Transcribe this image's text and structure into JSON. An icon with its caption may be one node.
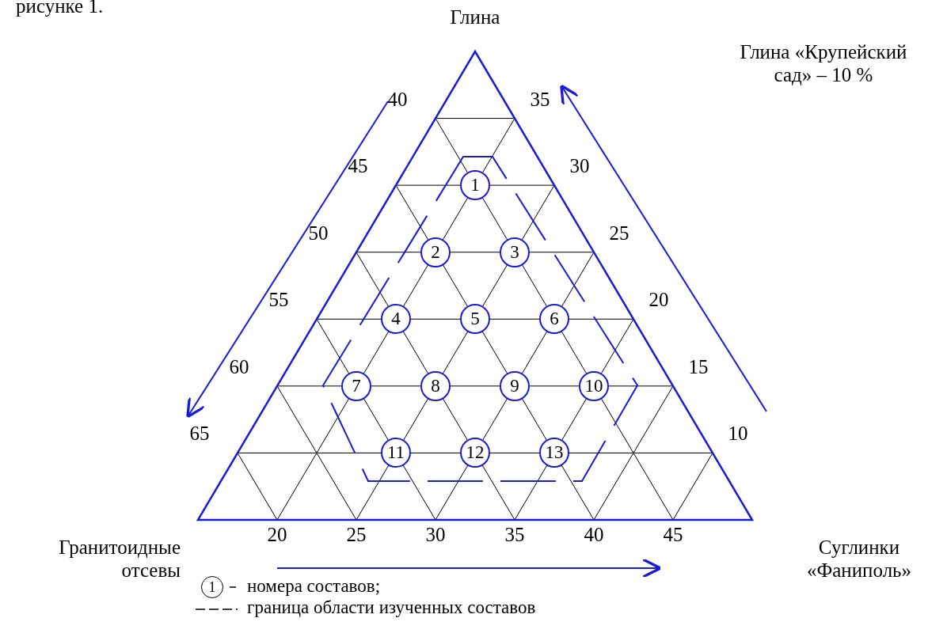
{
  "diagram": {
    "nodes": [
      {
        "text": [
          "1"
        ]
      },
      {
        "text": [
          "2"
        ]
      },
      {
        "text": [
          "3"
        ]
      },
      {
        "text": [
          "4"
        ]
      },
      {
        "text": [
          "5"
        ]
      },
      {
        "text": [
          "6"
        ]
      },
      {
        "text": [
          "7"
        ]
      },
      {
        "text": [
          "8"
        ]
      },
      {
        "text": [
          "9"
        ]
      },
      {
        "text": [
          "10"
        ]
      },
      {
        "text": [
          "11"
        ]
      },
      {
        "text": [
          "12"
        ]
      },
      {
        "text": [
          "13"
        ]
      }
    ],
    "edges": [],
    "labels": [
      "рисунке 1.",
      "Глина",
      "Глина «Крупейский сад» – 10 %",
      "40",
      "45",
      "50",
      "55",
      "60",
      "65",
      "35",
      "30",
      "25",
      "20",
      "15",
      "10",
      "Гранитоидные отсевы",
      "20",
      "25",
      "30",
      "35",
      "40",
      "45",
      "Суглинки «Фаниполь»",
      "1"
    ],
    "legend": [
      {
        "text": "номера составов;"
      },
      {
        "text": "граница области изученных составов"
      }
    ]
  }
}
